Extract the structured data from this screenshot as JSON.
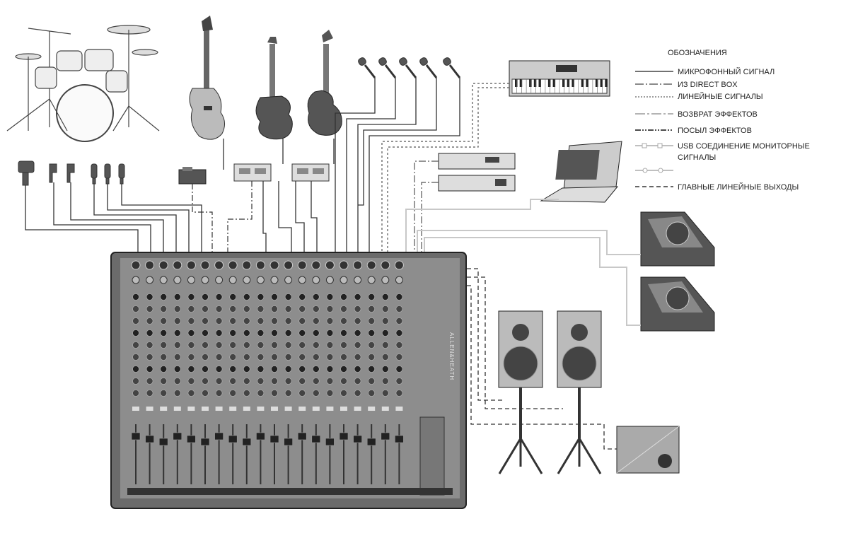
{
  "legend": {
    "title": "ОБОЗНАЧЕНИЯ",
    "items": [
      {
        "label": "МИКРОФОННЫЙ СИГНАЛ",
        "style": "solid"
      },
      {
        "label": "ИЗ DIRECT BOX",
        "style": "dash-dot"
      },
      {
        "label": "ЛИНЕЙНЫЕ СИГНАЛЫ",
        "style": "dotted"
      },
      {
        "label": "ВОЗВРАТ ЭФФЕКТОВ",
        "style": "long-dash-dot"
      },
      {
        "label": "ПОСЫЛ ЭФФЕКТОВ",
        "style": "dash-dot-dot"
      },
      {
        "label": "USB СОЕДИНЕНИЕ МОНИТОРНЫЕ",
        "label2": "СИГНАЛЫ",
        "style": "usb-chain"
      },
      {
        "label": "",
        "style": "monitor-chain"
      },
      {
        "label": "ГЛАВНЫЕ ЛИНЕЙНЫЕ ВЫХОДЫ",
        "style": "dashed"
      }
    ]
  },
  "mixer": {
    "brand": "ALLEN&HEATH",
    "channel_count": 16,
    "stereo_channel_count": 4
  },
  "colors": {
    "mixer_body": "#6b6b6b",
    "mixer_panel": "#8d8d8d",
    "line": "#333333",
    "usb_line": "#c8c8c8"
  }
}
